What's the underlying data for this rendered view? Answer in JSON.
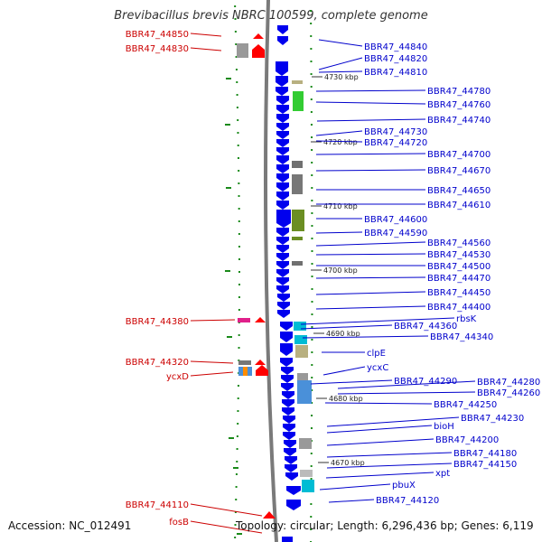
{
  "title": "Brevibacillus brevis NBRC 100599, complete genome",
  "accession": "Accession: NC_012491",
  "topology": "Topology: circular; Length: 6,296,436 bp; Genes: 6,119",
  "colors": {
    "left_label": "#cc0000",
    "right_label": "#0000cc",
    "gene_blue": "#0000ee",
    "backbone": "#7a7a7a",
    "tick_green": "#1a8a1a"
  },
  "kbp_marks": [
    "4730 kbp",
    "4720 kbp",
    "4710 kbp",
    "4700 kbp",
    "4690 kbp",
    "4680 kbp",
    "4670 kbp"
  ],
  "left_labels": [
    "BBR47_44850",
    "BBR47_44830",
    "BBR47_44380",
    "BBR47_44320",
    "ycxD",
    "BBR47_44110",
    "fosB"
  ],
  "right_labels": [
    "BBR47_44840",
    "BBR47_44820",
    "BBR47_44810",
    "BBR47_44780",
    "BBR47_44760",
    "BBR47_44740",
    "BBR47_44730",
    "BBR47_44720",
    "BBR47_44700",
    "BBR47_44670",
    "BBR47_44650",
    "BBR47_44610",
    "BBR47_44600",
    "BBR47_44590",
    "BBR47_44560",
    "BBR47_44530",
    "BBR47_44500",
    "BBR47_44470",
    "BBR47_44450",
    "BBR47_44400",
    "rbsK",
    "BBR47_44360",
    "BBR47_44340",
    "clpE",
    "ycxC",
    "BBR47_44290",
    "BBR47_44280",
    "BBR47_44260",
    "BBR47_44250",
    "BBR47_44230",
    "bioH",
    "BBR47_44200",
    "BBR47_44180",
    "BBR47_44150",
    "xpt",
    "pbuX",
    "BBR47_44120"
  ]
}
